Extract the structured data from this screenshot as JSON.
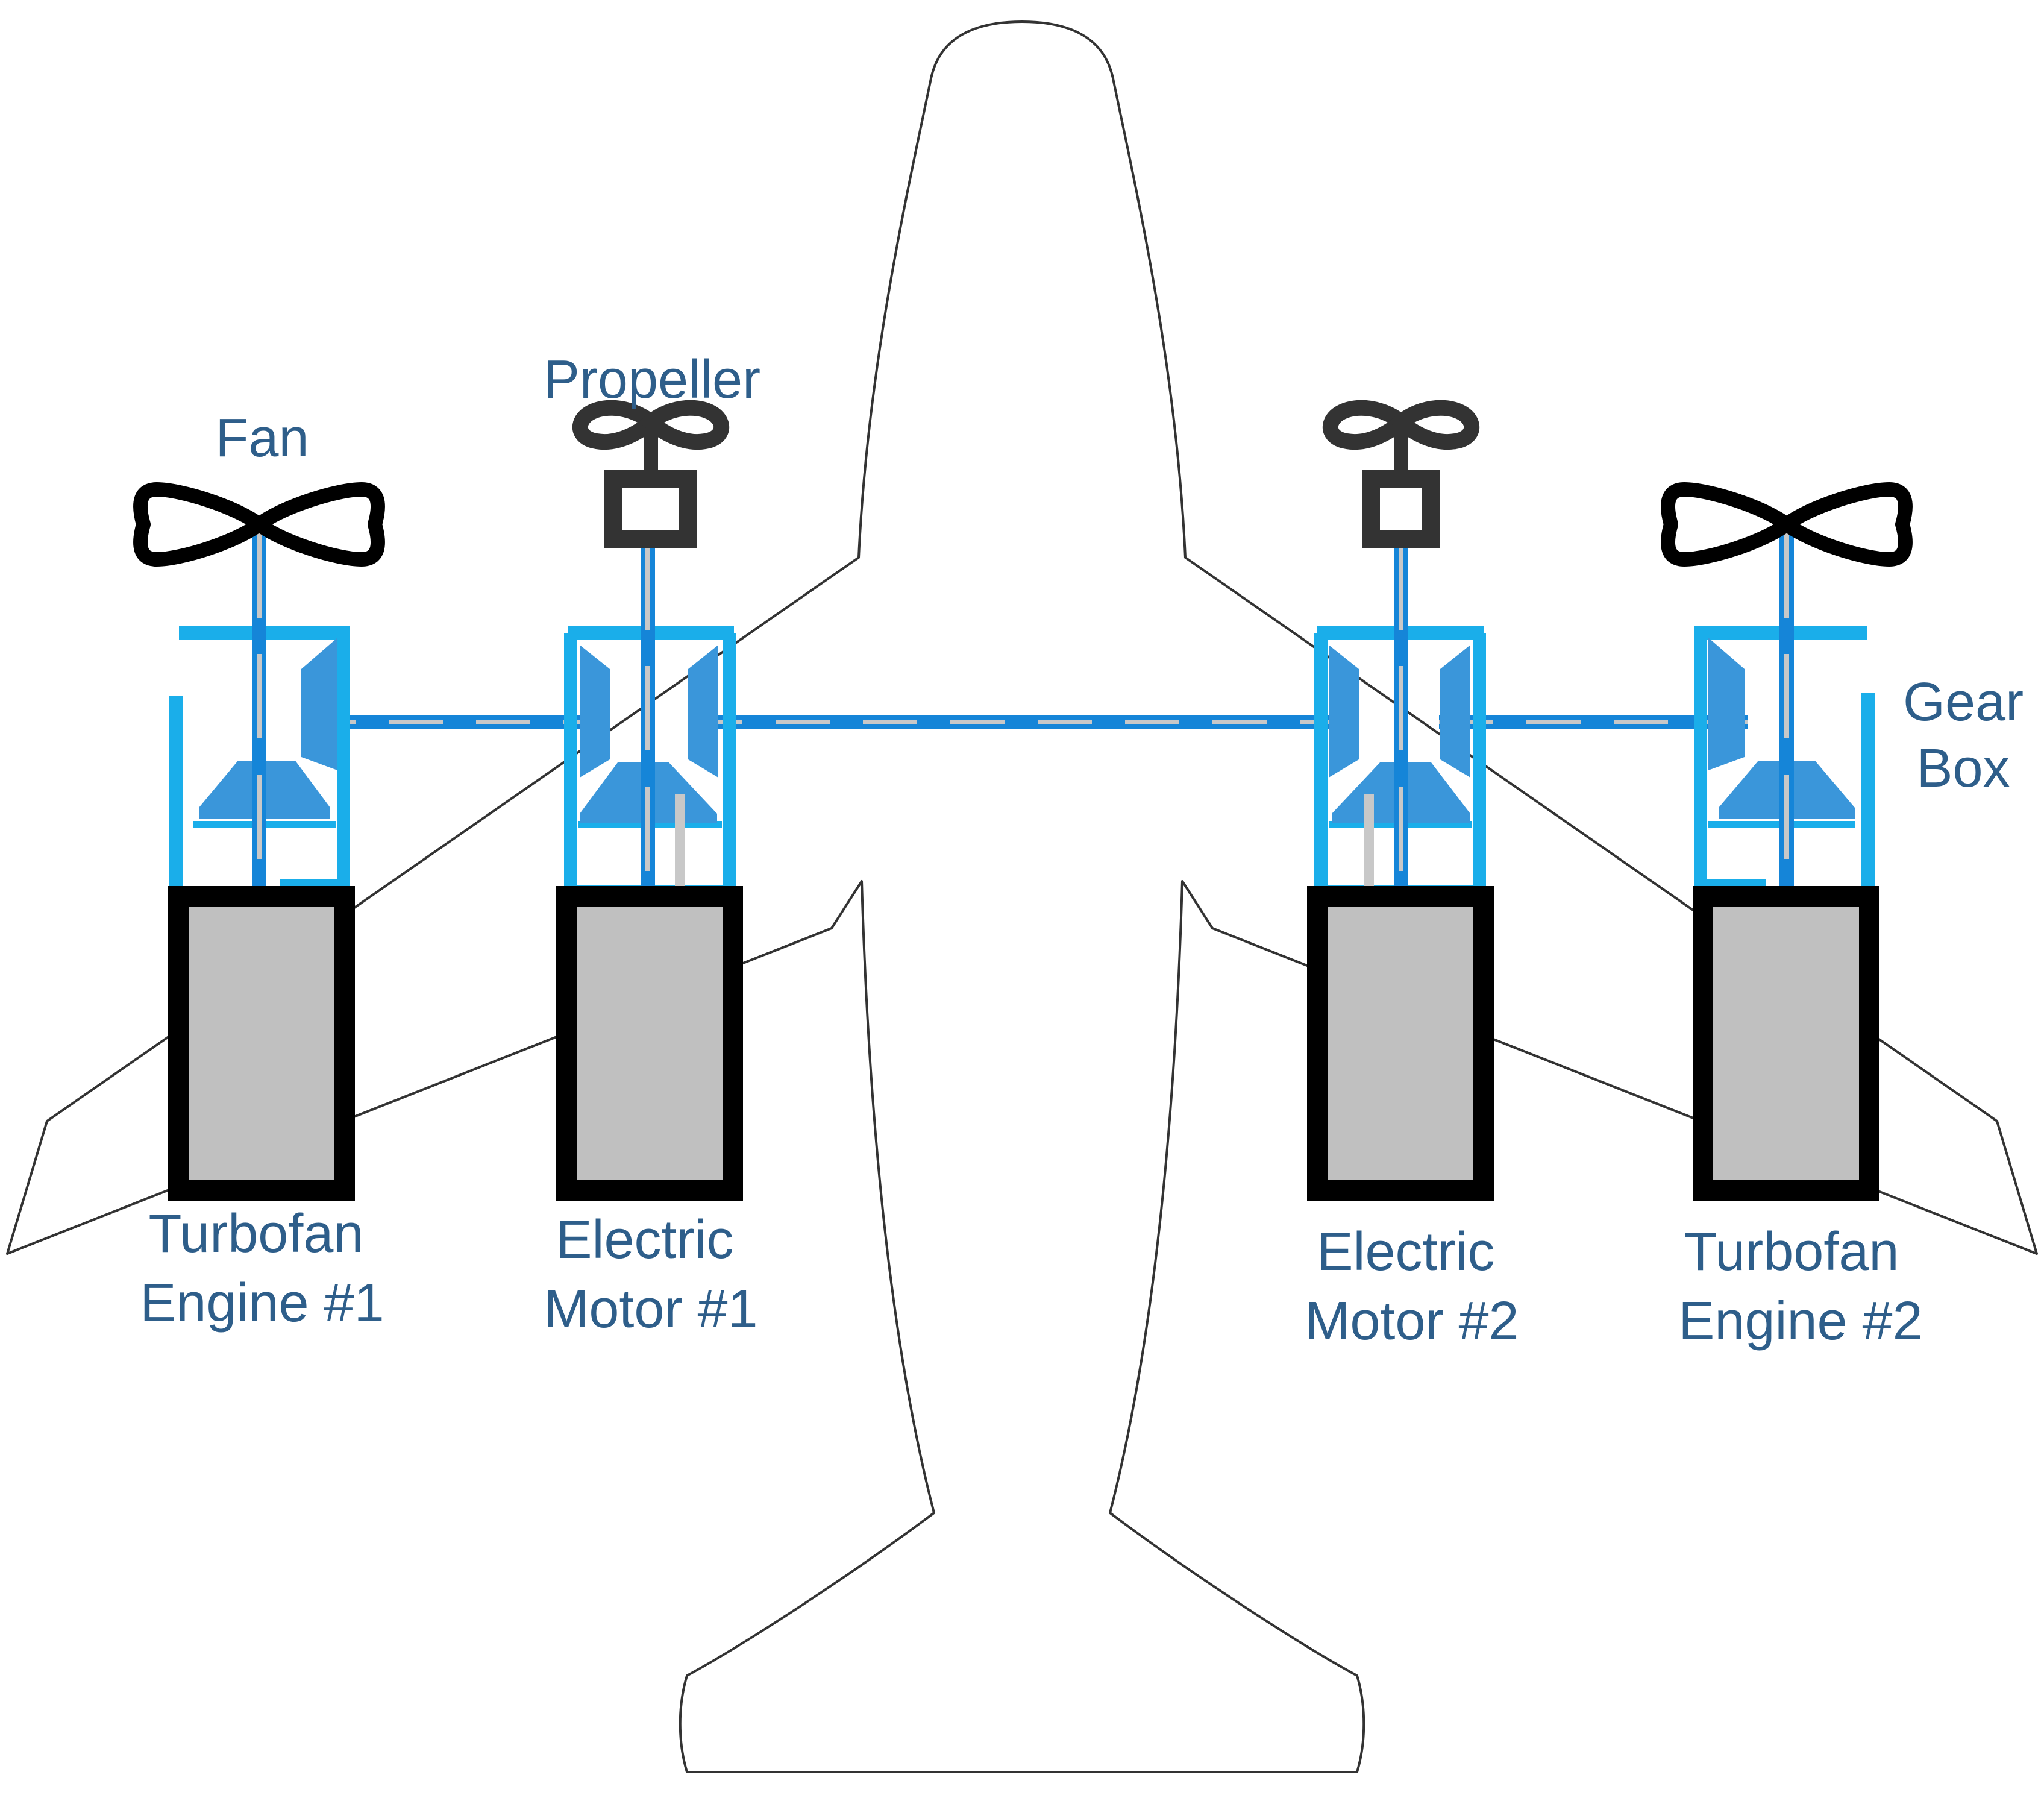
{
  "labels": {
    "fan": "Fan",
    "propeller": "Propeller",
    "gearbox_line1": "Gear",
    "gearbox_line2": "Box",
    "turbofan1_line1": "Turbofan",
    "turbofan1_line2": "Engine #1",
    "motor1_line1": "Electric",
    "motor1_line2": "Motor #1",
    "motor2_line1": "Electric",
    "motor2_line2": "Motor #2",
    "turbofan2_line1": "Turbofan",
    "turbofan2_line2": "Engine #2"
  },
  "colors": {
    "label_text": "#2E5E8A",
    "gearbox_frame": "#1AAEEA",
    "gear": "#3A96DA",
    "shaft_blue": "#1585D8",
    "shaft_gray": "#C8C8C8",
    "unit_fill": "#C0C0C0",
    "unit_border": "#000000",
    "rotor": "#000000",
    "propeller": "#333333",
    "aircraft_outline": "#333333"
  },
  "icons": [
    "aircraft-silhouette",
    "fan-icon",
    "propeller-icon"
  ]
}
